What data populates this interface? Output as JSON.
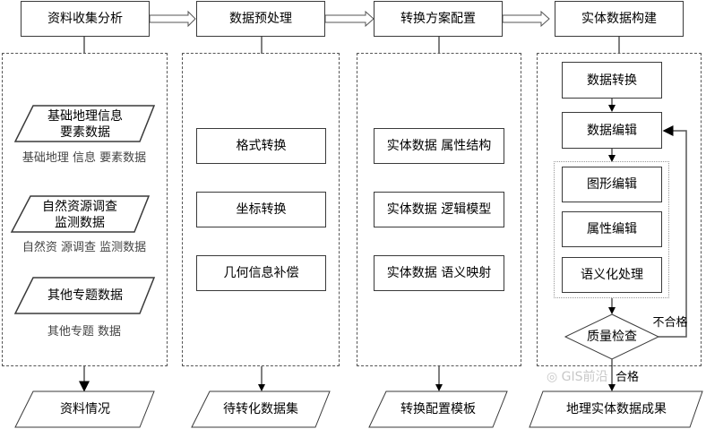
{
  "stages": [
    {
      "title": "资料收集分析",
      "output": "资料情况"
    },
    {
      "title": "数据预处理",
      "output": "待转化数据集"
    },
    {
      "title": "转换方案配置",
      "output": "转换配置模板"
    },
    {
      "title": "实体数据构建",
      "output": "地理实体数据成果"
    }
  ],
  "col1_items": [
    "基础地理信息\n要素数据",
    "自然资源调查\n监测数据",
    "其他专题数据"
  ],
  "col1_item_lines": [
    [
      "基础地理 信息",
      "要素数据"
    ],
    [
      "自然资 源调查",
      "监测数据"
    ],
    [
      "其他专题 数据"
    ]
  ],
  "col2_items": [
    "格式转换",
    "坐标转换",
    "几何信息补偿"
  ],
  "col3_items": [
    "实体数据 属性结构",
    "实体数据 逻辑模型",
    "实体数据 语义映射"
  ],
  "col4": {
    "step1": "数据转换",
    "step2": "数据编辑",
    "sub_steps": [
      "图形编辑",
      "属性编辑",
      "语义化处理"
    ],
    "check": "质量检查",
    "fail_label": "不合格",
    "pass_label": "合格"
  },
  "watermark": "GIS前沿",
  "colors": {
    "line": "#3a3a3a",
    "dash": "#555555",
    "watermark": "#c8c8c8"
  }
}
